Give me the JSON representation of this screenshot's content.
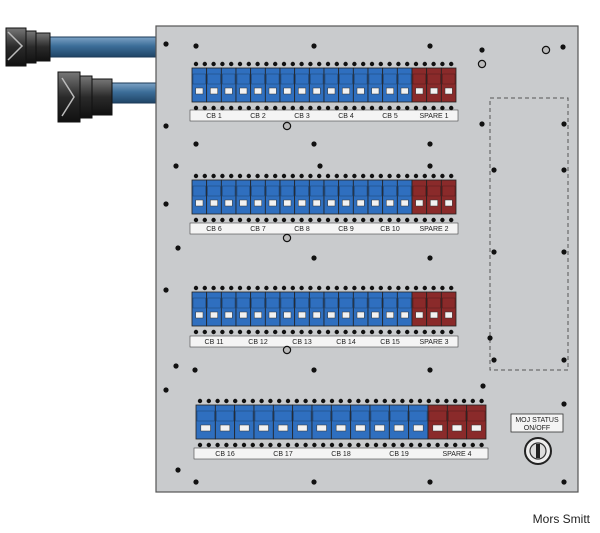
{
  "credit": "Mors Smitt",
  "status_panel": {
    "label_line1": "MOJ STATUS",
    "label_line2": "ON/OFF"
  },
  "rows": [
    {
      "labels": [
        "CB 1",
        "CB 2",
        "CB 3",
        "CB 4",
        "CB 5"
      ],
      "spare": "SPARE 1"
    },
    {
      "labels": [
        "CB 6",
        "CB 7",
        "CB 8",
        "CB 9",
        "CB 10"
      ],
      "spare": "SPARE 2"
    },
    {
      "labels": [
        "CB 11",
        "CB 12",
        "CB 13",
        "CB 14",
        "CB 15"
      ],
      "spare": "SPARE 3"
    },
    {
      "labels": [
        "CB 16",
        "CB 17",
        "CB 18",
        "CB 19"
      ],
      "spare": "SPARE 4"
    }
  ],
  "colors": {
    "panel": "#c9cbcd",
    "breaker_blue": "#2f6fbf",
    "breaker_red": "#8a2a2a",
    "cable": "#2f5f8a",
    "connector": "#3a3a3a"
  }
}
